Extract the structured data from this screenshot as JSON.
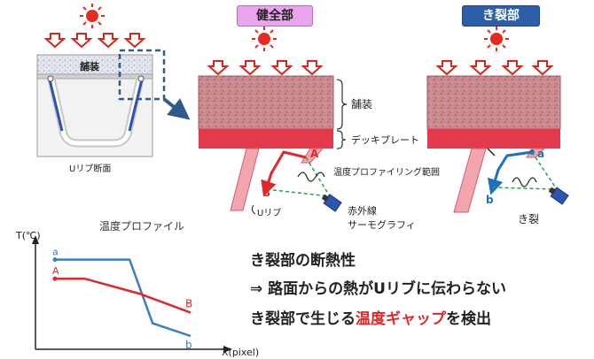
{
  "badges": {
    "healthy": "健全部",
    "crack": "き裂部"
  },
  "left_figure": {
    "pavement_label": "舗装",
    "caption": "Uリブ断面"
  },
  "middle_figure": {
    "pavement_label": "舗装",
    "deck_label": "デッキプレート",
    "point_a": "A",
    "point_b": "B",
    "profiling_range": "温度プロファイリング範囲",
    "u_rib": "Uリブ",
    "camera_line1": "赤外線",
    "camera_line2": "サーモグラフィ"
  },
  "right_figure": {
    "point_a": "a",
    "point_b": "b",
    "crack_label": "き裂"
  },
  "chart_data": {
    "type": "line",
    "title": "温度プロファイル",
    "ylabel": "T(℃)",
    "xlabel": "X(pixel)",
    "series": [
      {
        "name": "a",
        "end_label": "b",
        "color": "#3a7ec4",
        "x": [
          0,
          0.55,
          0.72,
          1.0
        ],
        "y": [
          0.82,
          0.82,
          0.22,
          0.1
        ]
      },
      {
        "name": "A",
        "end_label": "B",
        "color": "#e0282a",
        "x": [
          0,
          0.22,
          0.62,
          1.0
        ],
        "y": [
          0.64,
          0.64,
          0.5,
          0.32
        ]
      }
    ]
  },
  "conclusion": {
    "line1": "き裂部の断熱性",
    "line2": "⇒ 路面からの熱がUリブに伝わらない",
    "line3_prefix": "き裂部で生じる",
    "line3_highlight": "温度ギャップ",
    "line3_suffix": "を検出"
  },
  "colors": {
    "sun": "#e52b1e",
    "arrow": "#d7261c",
    "deck": "#e23a4a",
    "asphalt": "#c9888c",
    "rib": "#2c55b0",
    "dash_box": "#2f5a8a",
    "range_line": "#2aa04a"
  }
}
